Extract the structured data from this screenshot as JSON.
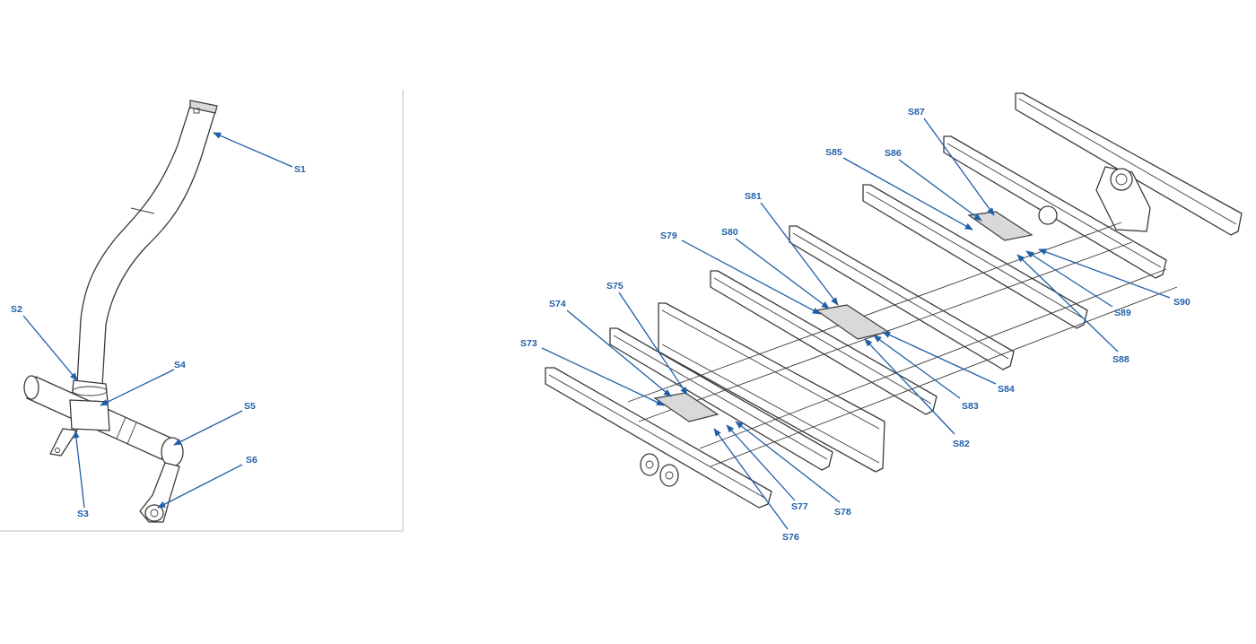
{
  "theme": {
    "callout_color": "#1f5fa8",
    "line_color": "#3a3a3a"
  },
  "left_diagram": {
    "callouts": [
      {
        "id": "S1",
        "label": "S1"
      },
      {
        "id": "S2",
        "label": "S2"
      },
      {
        "id": "S3",
        "label": "S3"
      },
      {
        "id": "S4",
        "label": "S4"
      },
      {
        "id": "S5",
        "label": "S5"
      },
      {
        "id": "S6",
        "label": "S6"
      }
    ]
  },
  "right_diagram": {
    "callouts": [
      {
        "id": "S73",
        "label": "S73"
      },
      {
        "id": "S74",
        "label": "S74"
      },
      {
        "id": "S75",
        "label": "S75"
      },
      {
        "id": "S76",
        "label": "S76"
      },
      {
        "id": "S77",
        "label": "S77"
      },
      {
        "id": "S78",
        "label": "S78"
      },
      {
        "id": "S79",
        "label": "S79"
      },
      {
        "id": "S80",
        "label": "S80"
      },
      {
        "id": "S81",
        "label": "S81"
      },
      {
        "id": "S82",
        "label": "S82"
      },
      {
        "id": "S83",
        "label": "S83"
      },
      {
        "id": "S84",
        "label": "S84"
      },
      {
        "id": "S85",
        "label": "S85"
      },
      {
        "id": "S86",
        "label": "S86"
      },
      {
        "id": "S87",
        "label": "S87"
      },
      {
        "id": "S88",
        "label": "S88"
      },
      {
        "id": "S89",
        "label": "S89"
      },
      {
        "id": "S90",
        "label": "S90"
      }
    ]
  }
}
